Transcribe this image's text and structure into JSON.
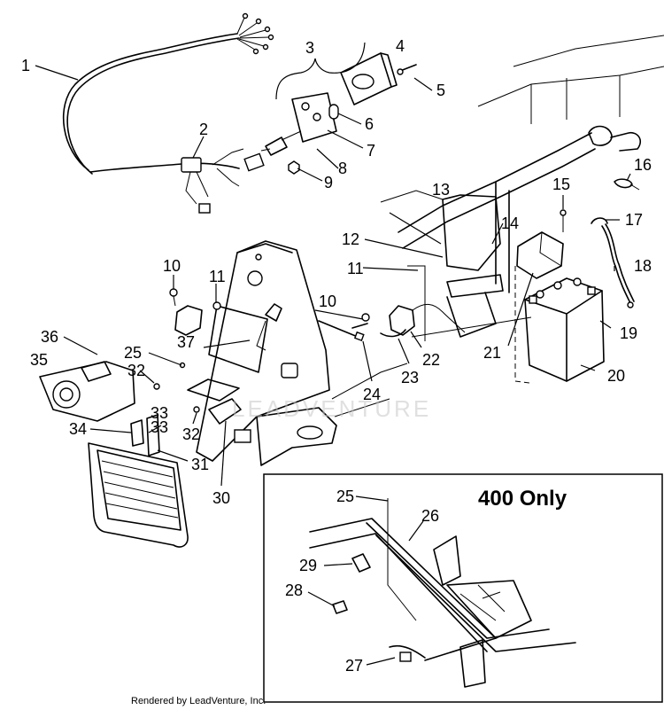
{
  "diagram": {
    "inset_title": "400 Only",
    "watermark": "LEADVENTURE",
    "credit": "Rendered by LeadVenture, Inc.",
    "callouts": [
      {
        "id": "c1",
        "label": "1"
      },
      {
        "id": "c2",
        "label": "2"
      },
      {
        "id": "c3",
        "label": "3"
      },
      {
        "id": "c4",
        "label": "4"
      },
      {
        "id": "c5",
        "label": "5"
      },
      {
        "id": "c6",
        "label": "6"
      },
      {
        "id": "c7",
        "label": "7"
      },
      {
        "id": "c8",
        "label": "8"
      },
      {
        "id": "c9",
        "label": "9"
      },
      {
        "id": "c10a",
        "label": "10"
      },
      {
        "id": "c10b",
        "label": "10"
      },
      {
        "id": "c11a",
        "label": "11"
      },
      {
        "id": "c11b",
        "label": "11"
      },
      {
        "id": "c12",
        "label": "12"
      },
      {
        "id": "c13",
        "label": "13"
      },
      {
        "id": "c14",
        "label": "14"
      },
      {
        "id": "c15",
        "label": "15"
      },
      {
        "id": "c16",
        "label": "16"
      },
      {
        "id": "c17",
        "label": "17"
      },
      {
        "id": "c18",
        "label": "18"
      },
      {
        "id": "c19",
        "label": "19"
      },
      {
        "id": "c20",
        "label": "20"
      },
      {
        "id": "c21",
        "label": "21"
      },
      {
        "id": "c22",
        "label": "22"
      },
      {
        "id": "c23",
        "label": "23"
      },
      {
        "id": "c24",
        "label": "24"
      },
      {
        "id": "c25a",
        "label": "25"
      },
      {
        "id": "c25b",
        "label": "25"
      },
      {
        "id": "c26",
        "label": "26"
      },
      {
        "id": "c27",
        "label": "27"
      },
      {
        "id": "c28",
        "label": "28"
      },
      {
        "id": "c29",
        "label": "29"
      },
      {
        "id": "c30",
        "label": "30"
      },
      {
        "id": "c31",
        "label": "31"
      },
      {
        "id": "c32a",
        "label": "32"
      },
      {
        "id": "c32b",
        "label": "32"
      },
      {
        "id": "c33a",
        "label": "33"
      },
      {
        "id": "c33b",
        "label": "33"
      },
      {
        "id": "c34",
        "label": "34"
      },
      {
        "id": "c35",
        "label": "35"
      },
      {
        "id": "c36",
        "label": "36"
      },
      {
        "id": "c37",
        "label": "37"
      }
    ]
  }
}
